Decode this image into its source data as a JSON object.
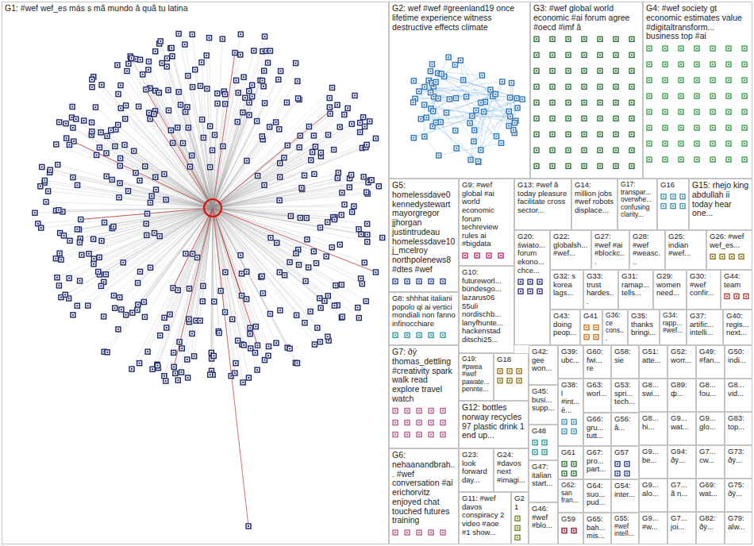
{
  "diagram": {
    "nodes": [
      {
        "text": [
          "G1: #wef wef_es más s mã mundo â quã tu latina"
        ]
      },
      {
        "text": [
          "G2: wef #wef #greenland19 once lifetime experience witness destructive effects climate"
        ]
      },
      {
        "text": [
          "G3: #wef global world economic #ai forum agree #oecd #imf â"
        ]
      },
      {
        "text": [
          "G4: #wef society gt economic estimates value #digitaltransform... business top #ai"
        ]
      },
      {
        "text": [
          "G5: homelessdave0 kennedystewart mayorgregor jjhorgan justintrudeau homelessdave10 j_mcelroy northpolenews8 #dtes #wef"
        ]
      },
      {
        "text": [
          "G9: #wef global #ai world economic forum techreview rules ai #bigdata"
        ]
      },
      {
        "text": [
          "G13: #wef â today pleasure facilitate cross sector..."
        ]
      },
      {
        "text": [
          "G14: million jobs #wef robots displace..."
        ]
      },
      {
        "text": [
          "G17: transpar... overwhe... confusing clarity..."
        ]
      },
      {
        "text": [
          "G16"
        ]
      },
      {
        "text": [
          "G15: rhejo king abdullah ii today hear one..."
        ]
      },
      {
        "text": [
          "G20: świato... forum ekono... chce..."
        ]
      },
      {
        "text": [
          "G22: globalsh... #wef..."
        ]
      },
      {
        "text": [
          "G27: #wef #ai #blockc..."
        ]
      },
      {
        "text": [
          "G28: #wef #weasc..."
        ]
      },
      {
        "text": [
          "G25: indian #wef..."
        ]
      },
      {
        "text": [
          "G26: #wef wef_es..."
        ]
      },
      {
        "text": [
          "G8: shhhat italiani popolo qi ai vertici mondiali non fanno infinocchiare"
        ]
      },
      {
        "text": [
          "G10: futureworl... bündesgo... lazarus06 55uli nordischb... lanyfhunte... hackenstad ditschi25..."
        ]
      },
      {
        "text": [
          "G32: s korea lags..."
        ]
      },
      {
        "text": [
          "G33: trust hardes..."
        ]
      },
      {
        "text": [
          "G31: ramap... tells..."
        ]
      },
      {
        "text": [
          "G29: women need..."
        ]
      },
      {
        "text": [
          "G30: #wef confir..."
        ]
      },
      {
        "text": [
          "G44: team"
        ]
      },
      {
        "text": [
          "G43: doing peop..."
        ]
      },
      {
        "text": [
          "G41"
        ]
      },
      {
        "text": [
          "G36: ce cons..."
        ]
      },
      {
        "text": [
          "G35: thanks bringi..."
        ]
      },
      {
        "text": [
          "G34: rapp... #wef..."
        ]
      },
      {
        "text": [
          "G37: artific... intelli..."
        ]
      },
      {
        "text": [
          "G40: regis... next..."
        ]
      },
      {
        "text": [
          "G7: ðÿ thomas_dettling #creativity spark walk read explore travel watch"
        ]
      },
      {
        "text": [
          "G19: #pwea #wef pawate... pennte..."
        ]
      },
      {
        "text": [
          "G18"
        ]
      },
      {
        "text": [
          "G42: gee won..."
        ]
      },
      {
        "text": [
          "G39: ubc..."
        ]
      },
      {
        "text": [
          "G60: fwi... re"
        ]
      },
      {
        "text": [
          "G58: sie"
        ]
      },
      {
        "text": [
          "G51: atte..."
        ]
      },
      {
        "text": [
          "G52: worr..."
        ]
      },
      {
        "text": [
          "G49: #fan..."
        ]
      },
      {
        "text": [
          "G50: indi..."
        ]
      },
      {
        "text": [
          "G12: bottles norway recycles 97 plastic drink 1 end up..."
        ]
      },
      {
        "text": [
          "G45: busi... supp..."
        ]
      },
      {
        "text": [
          "G38: l #int... è..."
        ]
      },
      {
        "text": [
          "G63: worl..."
        ]
      },
      {
        "text": [
          "G53: spri... tech..."
        ]
      },
      {
        "text": [
          "G8... swi..."
        ]
      },
      {
        "text": [
          "G89: ф..."
        ]
      },
      {
        "text": [
          "G8... fou..."
        ]
      },
      {
        "text": [
          "G8... vid..."
        ]
      },
      {
        "text": [
          "G8... hi..."
        ]
      },
      {
        "text": [
          "G9... wat..."
        ]
      },
      {
        "text": [
          "G9... glo..."
        ]
      },
      {
        "text": [
          "G83: top..."
        ]
      },
      {
        "text": [
          "G9... be..."
        ]
      },
      {
        "text": [
          "G94: ðÿ..."
        ]
      },
      {
        "text": [
          "G7... cw..."
        ]
      },
      {
        "text": [
          "G73: ðÿ..."
        ]
      },
      {
        "text": [
          "G9... alo..."
        ]
      },
      {
        "text": [
          "G7... ã n..."
        ]
      },
      {
        "text": [
          "G69: wat..."
        ]
      },
      {
        "text": [
          "G75: ðÿ..."
        ]
      },
      {
        "text": [
          "G9... #w..."
        ]
      },
      {
        "text": [
          "G7... joi..."
        ]
      },
      {
        "text": [
          "G82: ðÿ..."
        ]
      },
      {
        "text": [
          "G79: alw..."
        ]
      },
      {
        "text": [
          "G6: nehaanandbrah... #wef conversation #ai erichorvitz enjoyed chat touched futures training"
        ]
      },
      {
        "text": [
          "G23: look forward day..."
        ]
      },
      {
        "text": [
          "G24: #davos next #imagi..."
        ]
      },
      {
        "text": [
          "G48"
        ]
      },
      {
        "text": [
          "G66: gru... tutt..."
        ]
      },
      {
        "text": [
          "G56: â..."
        ]
      },
      {
        "text": [
          "G61"
        ]
      },
      {
        "text": [
          "G67: pro... part..."
        ]
      },
      {
        "text": [
          "G57"
        ]
      },
      {
        "text": [
          "G47: italian start..."
        ]
      },
      {
        "text": [
          "G11: #wef davos conspiracy 2 video #aoe #1 show..."
        ]
      },
      {
        "text": [
          "G21"
        ]
      },
      {
        "text": [
          "G62: san fran..."
        ]
      },
      {
        "text": [
          "G64: suo... pud..."
        ]
      },
      {
        "text": [
          "G54: inter..."
        ]
      },
      {
        "text": [
          "G46: #wef #blo..."
        ]
      },
      {
        "text": [
          "G59"
        ]
      },
      {
        "text": [
          "G65: bah... mis..."
        ]
      },
      {
        "text": [
          "G55: #wef intell..."
        ]
      }
    ]
  }
}
